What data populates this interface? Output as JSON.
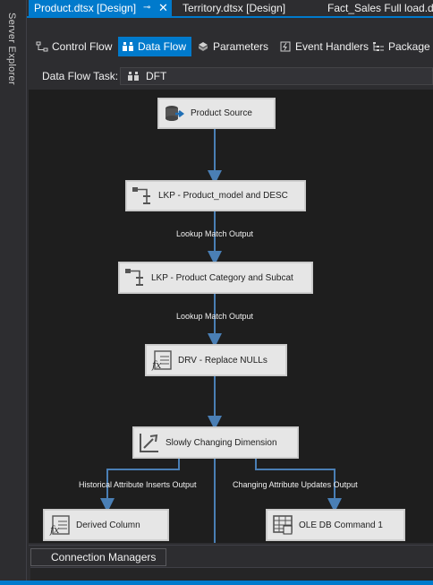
{
  "side_panel": {
    "label": "Server Explorer"
  },
  "doc_tabs": [
    {
      "label": "Product.dtsx [Design]",
      "pin": "⊸",
      "close": "✕"
    },
    {
      "label": "Territory.dtsx [Design]"
    },
    {
      "label": "Fact_Sales Full load.dtsx"
    }
  ],
  "designer_tabs": [
    {
      "label": "Control Flow",
      "icon": "control-flow-icon"
    },
    {
      "label": "Data Flow",
      "icon": "data-flow-icon"
    },
    {
      "label": "Parameters",
      "icon": "parameters-icon"
    },
    {
      "label": "Event Handlers",
      "icon": "event-handlers-icon"
    },
    {
      "label": "Package E",
      "icon": "package-explorer-icon"
    }
  ],
  "task": {
    "label": "Data Flow Task:",
    "value": "DFT"
  },
  "nodes": [
    {
      "label": "Product Source",
      "icon": "source-icon"
    },
    {
      "label": "LKP - Product_model and DESC",
      "icon": "lookup-icon"
    },
    {
      "label": "LKP - Product Category and Subcat",
      "icon": "lookup-icon"
    },
    {
      "label": "DRV - Replace NULLs",
      "icon": "derived-column-icon"
    },
    {
      "label": "Slowly Changing Dimension",
      "icon": "scd-icon"
    },
    {
      "label": "Derived Column",
      "icon": "derived-column-icon"
    },
    {
      "label": "OLE DB Command 1",
      "icon": "oledb-command-icon"
    }
  ],
  "edges": [
    {
      "label": "Lookup Match Output"
    },
    {
      "label": "Lookup Match Output"
    },
    {
      "label": "Historical Attribute Inserts Output"
    },
    {
      "label": "Changing Attribute Updates Output"
    }
  ],
  "connection_managers": {
    "label": "Connection Managers"
  },
  "colors": {
    "accent": "#007acc",
    "canvas": "#1e1e1e",
    "node": "#e6e6e6",
    "connector": "#4a7fb5"
  }
}
